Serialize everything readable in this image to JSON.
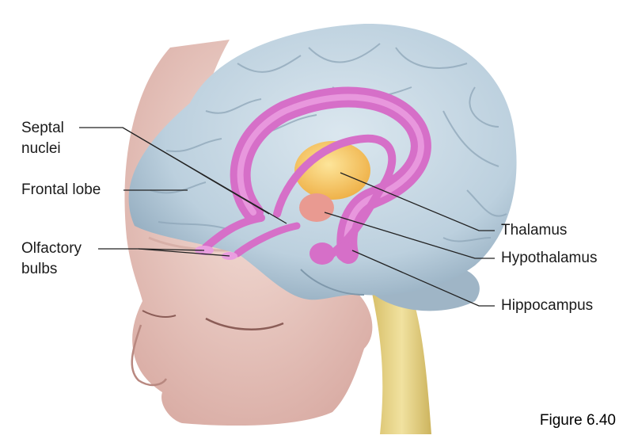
{
  "figure": {
    "caption": "Figure 6.40",
    "labels": {
      "septal_nuclei": [
        "Septal",
        "nuclei"
      ],
      "frontal_lobe": "Frontal lobe",
      "olfactory_bulbs": [
        "Olfactory",
        "bulbs"
      ],
      "thalamus": "Thalamus",
      "hypothalamus": "Hypothalamus",
      "hippocampus": "Hippocampus"
    }
  },
  "colors": {
    "brain": "#bfd3e0",
    "brain_shadow": "#8fa9bc",
    "limbic": "#d66fc8",
    "limbic_light": "#f0a8e6",
    "thalamus": "#f6c35a",
    "hypothalamus": "#e9968f",
    "brainstem": "#e4cf7e",
    "skin": "#e8c9c0",
    "skin_shadow": "#c99a92"
  }
}
